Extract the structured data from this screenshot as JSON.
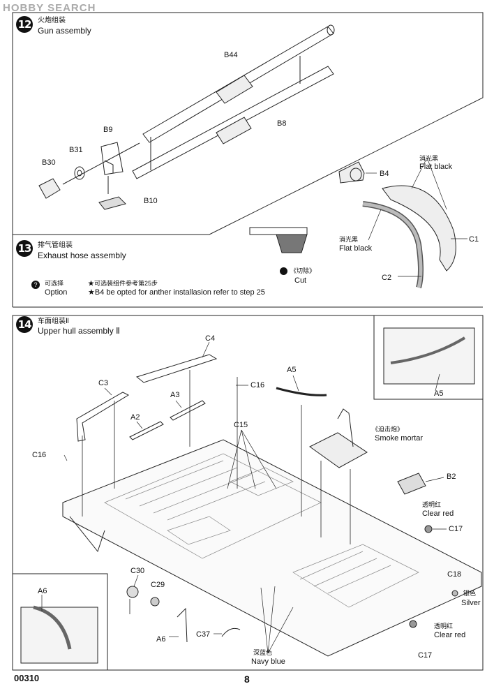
{
  "watermark": "HOBBY SEARCH",
  "footer": {
    "code": "00310",
    "page": "8"
  },
  "step12": {
    "number": "12",
    "title_cn": "火炮组装",
    "title_en": "Gun assembly",
    "parts": {
      "b44": "B44",
      "b8": "B8",
      "b9": "B9",
      "b31": "B31",
      "b30": "B30",
      "b10": "B10"
    }
  },
  "step13": {
    "number": "13",
    "title_cn": "排气管组装",
    "title_en": "Exhaust hose assembly",
    "legend_cn": "可选择",
    "legend_en": "Option",
    "note_cn": "★可选装组件参考第25步",
    "note_en": "★B4 be opted for anther installasion refer to step 25",
    "cut_cn": "《切除》",
    "cut_en": "Cut",
    "parts": {
      "b4": "B4",
      "c1": "C1",
      "c2": "C2"
    },
    "paint1_cn": "消光黑",
    "paint1_en": "Flat black",
    "paint2_cn": "消光黑",
    "paint2_en": "Flat black"
  },
  "step14": {
    "number": "14",
    "title_cn": "车面组装Ⅱ",
    "title_en": "Upper hull assembly Ⅱ",
    "parts": {
      "c4": "C4",
      "c3": "C3",
      "a3": "A3",
      "a2": "A2",
      "a5": "A5",
      "a5b": "A5",
      "c16a": "C16",
      "c16b": "C16",
      "c15": "C15",
      "b2": "B2",
      "c17a": "C17",
      "c17b": "C17",
      "c18": "C18",
      "c30": "C30",
      "c29": "C29",
      "a6": "A6",
      "a6b": "A6",
      "c37": "C37"
    },
    "smoke_cn": "《迫击炮》",
    "smoke_en": "Smoke mortar",
    "clear_red1_cn": "透明红",
    "clear_red1_en": "Clear red",
    "clear_red2_cn": "透明红",
    "clear_red2_en": "Clear red",
    "silver_cn": "银色",
    "silver_en": "Silver",
    "navy_cn": "深蓝色",
    "navy_en": "Navy blue"
  }
}
